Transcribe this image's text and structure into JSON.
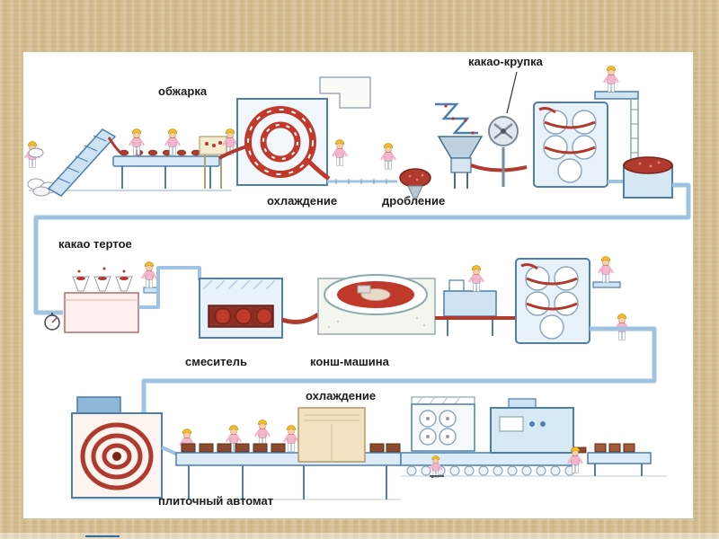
{
  "diagram": {
    "labels": {
      "roasting": "обжарка",
      "cocoa_nibs": "какао-крупка",
      "cooling_top": "охлаждение",
      "crushing": "дробление",
      "cocoa_mass": "какао тертое",
      "mixer": "смеситель",
      "conche": "конш-машина",
      "cooling_bottom": "охлаждение",
      "molding": "плиточный автомат"
    },
    "colors": {
      "background": "#d6bf90",
      "panel": "#ffffff",
      "machine_outline": "#4a7fae",
      "machine_fill": "#dcebf7",
      "chocolate": "#b03a2e",
      "worker_uniform": "#f4b6cb",
      "helmet": "#f4c11e",
      "label_text": "#1c1c1c"
    }
  }
}
